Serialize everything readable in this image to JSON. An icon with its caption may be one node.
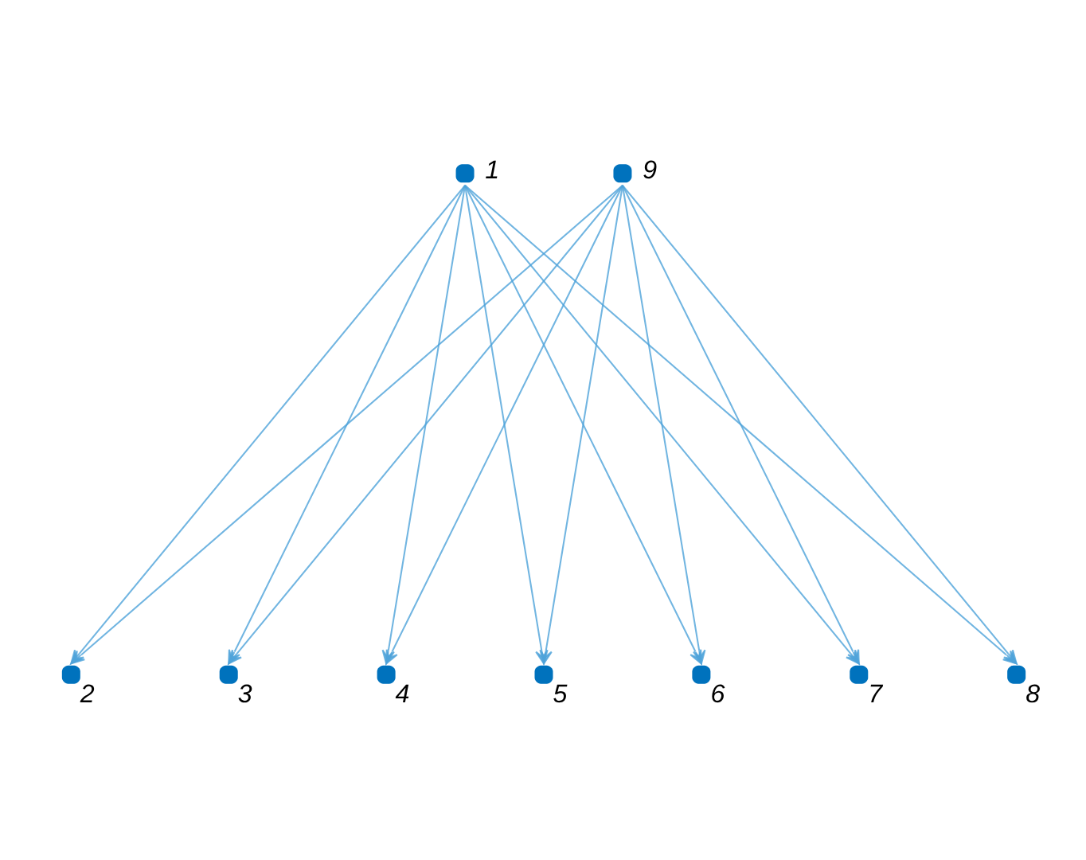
{
  "diagram": {
    "nodes": [
      {
        "text": [],
        "shape": "circle",
        "beside": [
          "1"
        ]
      },
      {
        "text": [],
        "shape": "circle",
        "beside": [
          "9"
        ]
      },
      {
        "text": [],
        "shape": "circle",
        "beside": [
          "2"
        ]
      },
      {
        "text": [],
        "shape": "circle",
        "beside": [
          "3"
        ]
      },
      {
        "text": [],
        "shape": "circle",
        "beside": [
          "4"
        ]
      },
      {
        "text": [],
        "shape": "circle",
        "beside": [
          "5"
        ]
      },
      {
        "text": [],
        "shape": "circle",
        "beside": [
          "6"
        ]
      },
      {
        "text": [],
        "shape": "circle",
        "beside": [
          "7"
        ]
      },
      {
        "text": [],
        "shape": "circle",
        "beside": [
          "8"
        ]
      }
    ],
    "edges": [
      {
        "from": 0,
        "to": 2,
        "arrow": "to"
      },
      {
        "from": 0,
        "to": 3,
        "arrow": "to"
      },
      {
        "from": 0,
        "to": 4,
        "arrow": "to"
      },
      {
        "from": 0,
        "to": 5,
        "arrow": "to"
      },
      {
        "from": 0,
        "to": 6,
        "arrow": "to"
      },
      {
        "from": 0,
        "to": 7,
        "arrow": "to"
      },
      {
        "from": 0,
        "to": 8,
        "arrow": "to"
      },
      {
        "from": 1,
        "to": 2,
        "arrow": "to"
      },
      {
        "from": 1,
        "to": 3,
        "arrow": "to"
      },
      {
        "from": 1,
        "to": 4,
        "arrow": "to"
      },
      {
        "from": 1,
        "to": 5,
        "arrow": "to"
      },
      {
        "from": 1,
        "to": 6,
        "arrow": "to"
      },
      {
        "from": 1,
        "to": 7,
        "arrow": "to"
      },
      {
        "from": 1,
        "to": 8,
        "arrow": "to"
      }
    ]
  }
}
